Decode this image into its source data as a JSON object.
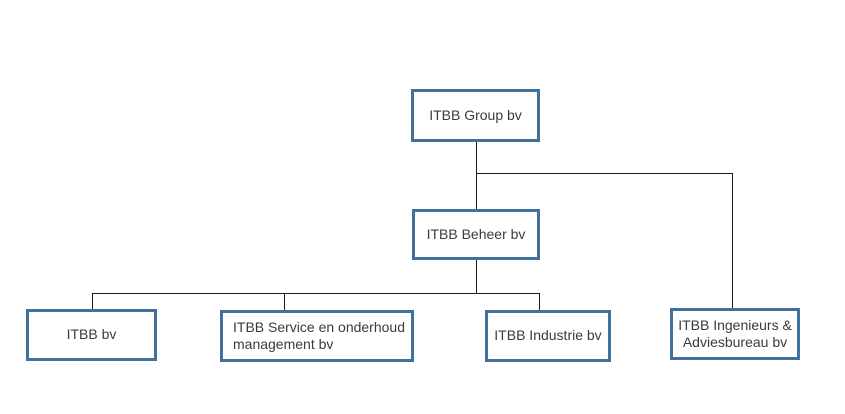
{
  "diagram": {
    "type": "org-chart",
    "colors": {
      "box_border": "#41719C",
      "box_fill": "#FFFFFF",
      "connector": "#1A1A1A",
      "text": "#3B3B3B",
      "background": "#FFFFFF"
    },
    "nodes": {
      "group": {
        "label": "ITBB Group bv"
      },
      "beheer": {
        "label": "ITBB Beheer bv"
      },
      "itbb_bv": {
        "label": "ITBB bv"
      },
      "service": {
        "label": "ITBB Service en onderhoud management bv"
      },
      "industrie": {
        "label": "ITBB Industrie bv"
      },
      "ingenieurs": {
        "label": "ITBB Ingenieurs & Adviesbureau bv"
      }
    },
    "hierarchy": [
      {
        "parent": "ITBB Group bv",
        "children": [
          "ITBB Beheer bv",
          "ITBB Ingenieurs & Adviesbureau bv"
        ]
      },
      {
        "parent": "ITBB Beheer bv",
        "children": [
          "ITBB bv",
          "ITBB Service en onderhoud management bv",
          "ITBB Industrie bv"
        ]
      }
    ]
  }
}
